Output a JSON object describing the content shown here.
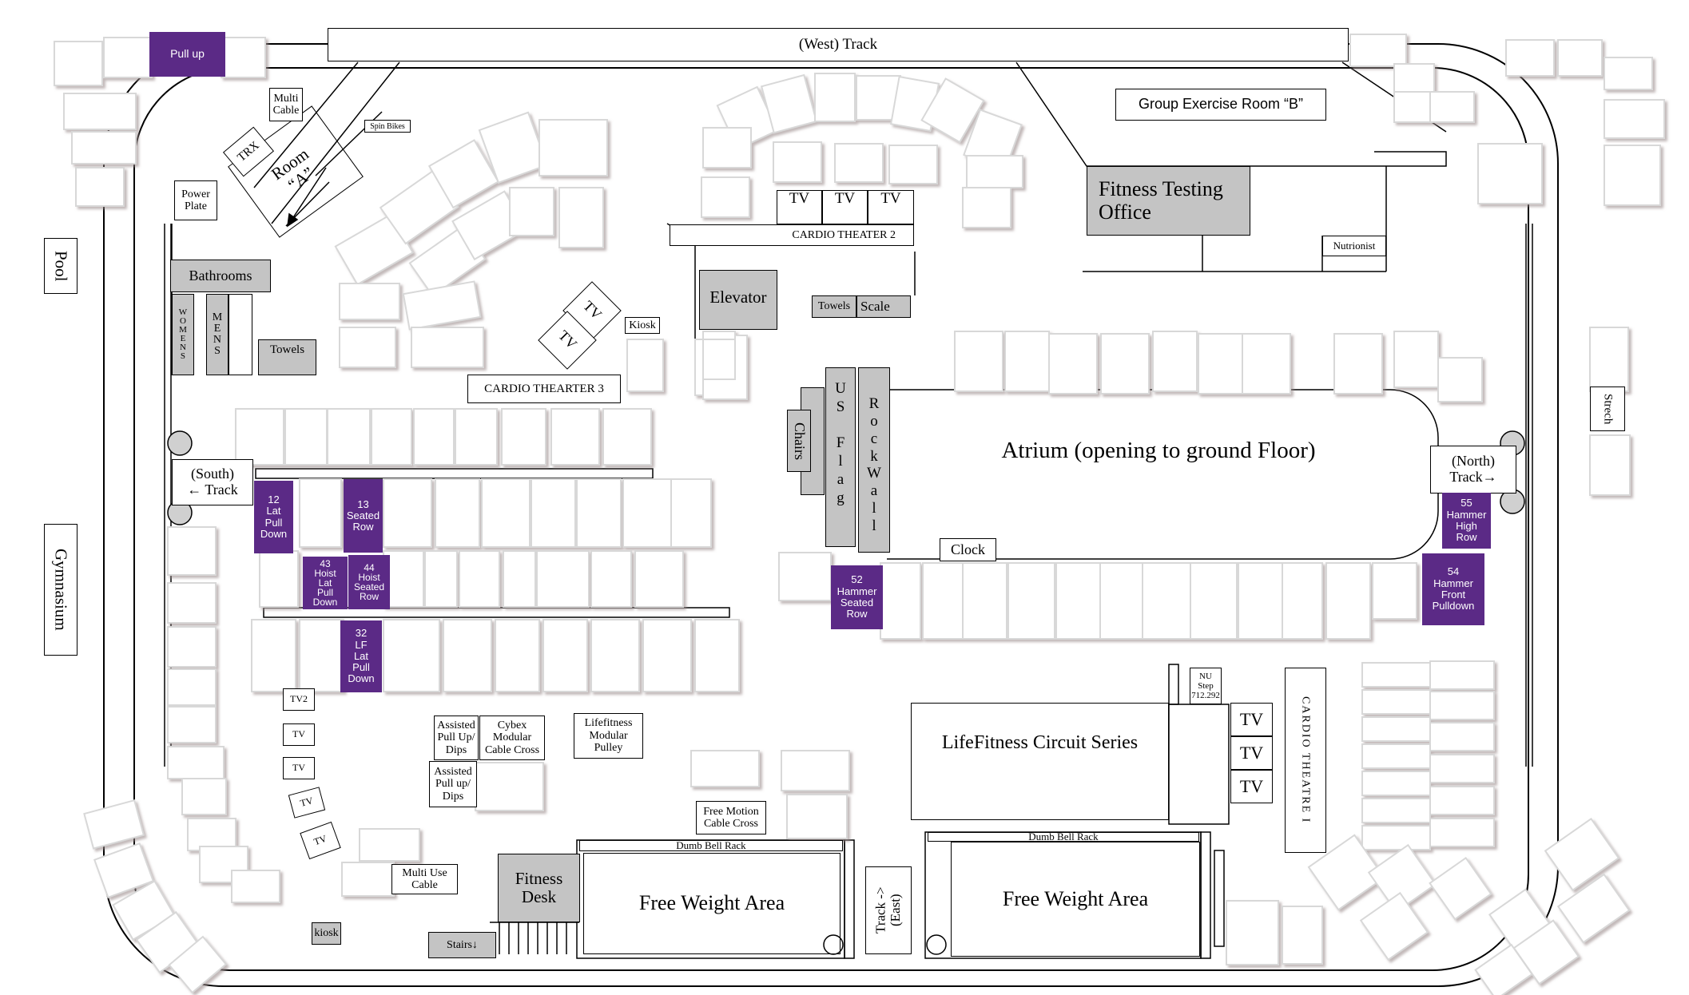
{
  "track": {
    "west": "(West) Track",
    "south_line1": "(South)",
    "south_line2": "← Track",
    "north_line1": "(North)",
    "north_line2": "Track→",
    "east": "Track ->\n(East)"
  },
  "rooms": {
    "group_exercise_b": "Group Exercise Room “B”",
    "fitness_testing": "Fitness Testing\nOffice",
    "nutrionist": "Nutrionist",
    "room_a": "Room\n“A”",
    "trx": "TRX",
    "multi_cable": "Multi\nCable",
    "spin_bikes": "Spin Bikes",
    "power_plate": "Power\nPlate",
    "bathrooms": "Bathrooms",
    "womens": "W\nO\nM\nE\nN\nS",
    "mens": "M\nE\nN\nS",
    "towels_left": "Towels",
    "towels_center": "Towels",
    "scale": "Scale",
    "elevator": "Elevator",
    "kiosk_top": "Kiosk",
    "kiosk_bottom": "kiosk",
    "atrium": "Atrium (opening to ground Floor)",
    "chairs": "Chairs",
    "us_flag": "U\nS\n\nF\nl\na\ng",
    "rock_wall": "R\no\nc\nk\nW\na\nl\nl",
    "clock": "Clock",
    "pool": "Pool",
    "gymnasium": "Gymnasium",
    "strech": "Strech",
    "fitness_desk": "Fitness\nDesk",
    "stairs": "Stairs↓",
    "lifefitness_circuit": "LifeFitness Circuit Series",
    "nu_step": "NU\nStep\n712.292",
    "free_weight_1": "Free Weight Area",
    "free_weight_2": "Free Weight Area",
    "dumbbell_rack_1": "Dumb Bell Rack",
    "dumbbell_rack_2": "Dumb Bell Rack"
  },
  "theaters": {
    "cardio_2": "CARDIO THEATER  2",
    "cardio_3": "CARDIO THEARTER  3",
    "cardio_1": "CARDIO THEATRE I",
    "tv": "TV",
    "tv2": "TV2"
  },
  "equipment": {
    "pull_up": "Pull up",
    "m12": "12\nLat\nPull\nDown",
    "m13": "13\nSeated\nRow",
    "m43": "43\nHoist\nLat\nPull\nDown",
    "m44": "44\nHoist\nSeated\nRow",
    "m32": "32\nLF\nLat\nPull\nDown",
    "m52": "52\nHammer\nSeated\nRow",
    "m55": "55\nHammer\nHigh\nRow",
    "m54": "54\nHammer\nFront\nPulldown",
    "assisted_1": "Assisted\nPull Up/\nDips",
    "assisted_2": "Assisted\nPull up/\nDips",
    "cybex": "Cybex\nModular\nCable Cross",
    "lifefitness_pulley": "Lifefitness\nModular\nPulley",
    "free_motion": "Free Motion\nCable Cross",
    "multi_use_cable": "Multi Use\nCable"
  },
  "colors": {
    "purple": "#5b2a86",
    "gray": "#c4c4c4",
    "line": "#000000"
  }
}
